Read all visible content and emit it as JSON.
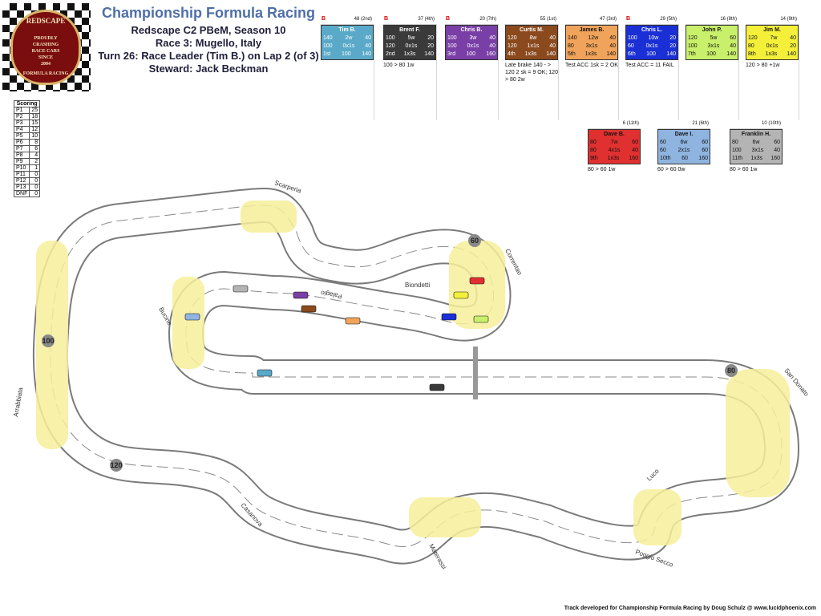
{
  "header": {
    "title": "Championship Formula Racing",
    "line1": "Redscape C2 PBeM, Season 10",
    "line2": "Race 3: Mugello, Italy",
    "line3": "Turn 26: Race Leader (Tim B.) on Lap 2 (of 3)",
    "line4": "Steward: Jack Beckman"
  },
  "logo": {
    "line1": "REDSCAPE",
    "line2": "PROUDLY",
    "line3": "CRASHING",
    "line4": "RACE CARS",
    "line5": "SINCE",
    "line6": "2004",
    "line7": "FORMULA RACING"
  },
  "scoring": {
    "title": "Scoring",
    "rows": [
      {
        "pos": "P1",
        "pts": "25"
      },
      {
        "pos": "P2",
        "pts": "18"
      },
      {
        "pos": "P3",
        "pts": "15"
      },
      {
        "pos": "P4",
        "pts": "12"
      },
      {
        "pos": "P5",
        "pts": "10"
      },
      {
        "pos": "P6",
        "pts": "8"
      },
      {
        "pos": "P7",
        "pts": "6"
      },
      {
        "pos": "P8",
        "pts": "4"
      },
      {
        "pos": "P9",
        "pts": "2"
      },
      {
        "pos": "P10",
        "pts": "1"
      },
      {
        "pos": "P11",
        "pts": "0"
      },
      {
        "pos": "P12",
        "pts": "0"
      },
      {
        "pos": "P13",
        "pts": "0"
      },
      {
        "pos": "DNF",
        "pts": "0"
      }
    ]
  },
  "drivers": [
    {
      "flag": "B",
      "pts": "48 (2nd)",
      "name": "Tim B.",
      "color": "#5aa9c8",
      "fg": "#ffffff",
      "rows": [
        [
          "140",
          "2w",
          "40"
        ],
        [
          "100",
          "0x1s",
          "40"
        ],
        [
          "1st",
          "100",
          "140"
        ]
      ],
      "note": ""
    },
    {
      "flag": "B",
      "pts": "37 (4th)",
      "name": "Brent F.",
      "color": "#3a3a3a",
      "fg": "#ffffff",
      "rows": [
        [
          "100",
          "5w",
          "20"
        ],
        [
          "120",
          "0x1s",
          "20"
        ],
        [
          "2nd",
          "1x3s",
          "140"
        ]
      ],
      "note": "100 > 80 1w"
    },
    {
      "flag": "B",
      "pts": "20 (7th)",
      "name": "Chris B.",
      "color": "#7a3fa6",
      "fg": "#ffffff",
      "rows": [
        [
          "100",
          "3w",
          "40"
        ],
        [
          "100",
          "0x1s",
          "40"
        ],
        [
          "3rd",
          "100",
          "160"
        ]
      ],
      "note": ""
    },
    {
      "flag": "",
      "pts": "55 (1st)",
      "name": "Curtis M.",
      "color": "#8a4a1e",
      "fg": "#ffffff",
      "rows": [
        [
          "120",
          "8w",
          "40"
        ],
        [
          "120",
          "1x1s",
          "40"
        ],
        [
          "4th",
          "1x3s",
          "140"
        ]
      ],
      "note": "Late brake 140 - > 120 2 sk = 9 OK; 120 > 80 2w"
    },
    {
      "flag": "",
      "pts": "47 (3rd)",
      "name": "James B.",
      "color": "#f0a35a",
      "fg": "#111111",
      "rows": [
        [
          "140",
          "12w",
          "40"
        ],
        [
          "80",
          "3x1s",
          "40"
        ],
        [
          "5th",
          "1x3s",
          "140"
        ]
      ],
      "note": "Test ACC 1sk = 2 OK"
    },
    {
      "flag": "B",
      "pts": "29 (5th)",
      "name": "Chris L.",
      "color": "#1a2fd6",
      "fg": "#ffffff",
      "rows": [
        [
          "100",
          "10w",
          "20"
        ],
        [
          "60",
          "0x1s",
          "20"
        ],
        [
          "6th",
          "100",
          "140"
        ]
      ],
      "note": "Test ACC = 11 FAIL"
    },
    {
      "flag": "",
      "pts": "16 (8th)",
      "name": "John P.",
      "color": "#c8f06a",
      "fg": "#111111",
      "rows": [
        [
          "120",
          "5w",
          "60"
        ],
        [
          "100",
          "3x1s",
          "40"
        ],
        [
          "7th",
          "100",
          "140"
        ]
      ],
      "note": ""
    },
    {
      "flag": "",
      "pts": "14 (9th)",
      "name": "Jim M.",
      "color": "#f4f03a",
      "fg": "#111111",
      "rows": [
        [
          "120",
          "7w",
          "40"
        ],
        [
          "80",
          "0x1s",
          "20"
        ],
        [
          "8th",
          "1x3s",
          "140"
        ]
      ],
      "note": "120 > 80 +1w"
    },
    {
      "flag": "",
      "pts": "6 (11th)",
      "name": "Dave B.",
      "color": "#e03030",
      "fg": "#111111",
      "rows": [
        [
          "80",
          "7w",
          "60"
        ],
        [
          "80",
          "4x1s",
          "40"
        ],
        [
          "9th",
          "1x3s",
          "160"
        ]
      ],
      "note": "80 > 60 1w"
    },
    {
      "flag": "",
      "pts": "21 (6th)",
      "name": "Dave I.",
      "color": "#8fb4e0",
      "fg": "#111111",
      "rows": [
        [
          "60",
          "6w",
          "60"
        ],
        [
          "60",
          "2x1s",
          "60"
        ],
        [
          "10th",
          "60",
          "160"
        ]
      ],
      "note": "60 > 60 0w"
    },
    {
      "flag": "",
      "pts": "10 (10th)",
      "name": "Franklin H.",
      "color": "#b4b4b4",
      "fg": "#111111",
      "rows": [
        [
          "80",
          "6w",
          "60"
        ],
        [
          "100",
          "3x1s",
          "40"
        ],
        [
          "11th",
          "1x3s",
          "160"
        ]
      ],
      "note": "80 > 60 1w"
    }
  ],
  "corners": {
    "scarperia": "Scarperia",
    "correntao": "Correntao",
    "palagio": "Palagio",
    "biondetti": "Biondetti",
    "bucine": "Bucine",
    "arrabbiata": "Arrabbiata",
    "sandonato": "San Donato",
    "luco": "Luco",
    "poggiosecco": "Poggio Secco",
    "materassi": "Materassi",
    "casanova": "Casanova"
  },
  "speeds": {
    "s60": "60",
    "s80": "80",
    "s100": "100",
    "s120": "120"
  },
  "footer": "Track developed for Championship Formula Racing by Doug Schulz @ www.lucidphoenix.com"
}
